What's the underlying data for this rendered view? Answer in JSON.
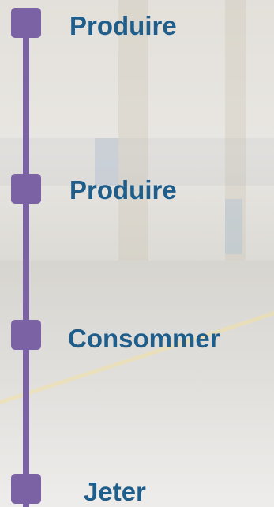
{
  "timeline": {
    "steps": [
      {
        "label": "Produire"
      },
      {
        "label": "Produire"
      },
      {
        "label": "Consommer"
      },
      {
        "label": "Jeter"
      }
    ],
    "colors": {
      "line": "#7b62a4",
      "label": "#1f5d8b"
    }
  }
}
